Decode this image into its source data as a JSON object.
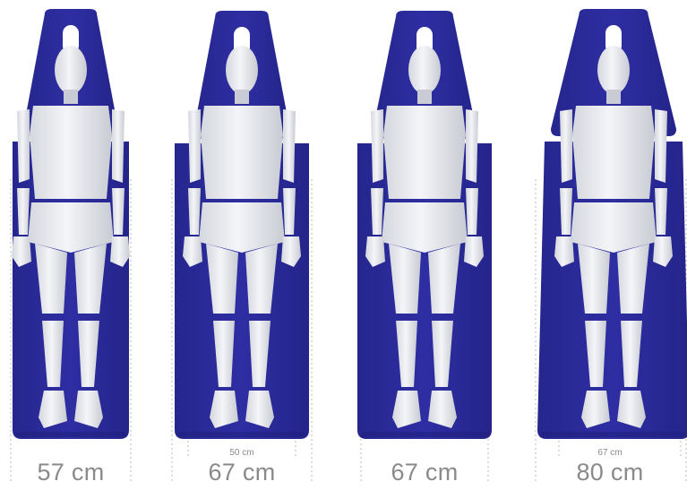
{
  "colors": {
    "table": "#2a2a9a",
    "table_shade": "#202080",
    "figure": "#eceef2",
    "figure_shade": "#c9ccd4",
    "guide": "#b8b8b8",
    "label": "#8a8a8a"
  },
  "panels": [
    {
      "width_label": "57 cm",
      "inner_label": ""
    },
    {
      "width_label": "67 cm",
      "inner_label": "50 cm"
    },
    {
      "width_label": "67 cm",
      "inner_label": ""
    },
    {
      "width_label": "80 cm",
      "inner_label": "67 cm"
    }
  ]
}
